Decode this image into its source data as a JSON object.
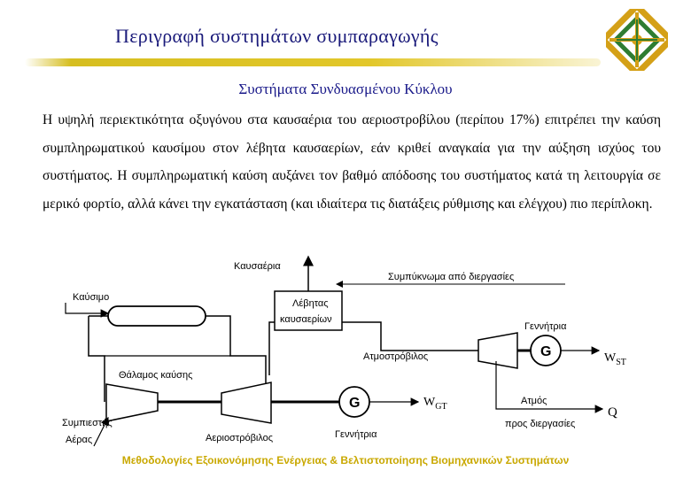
{
  "header": {
    "title": "Περιγραφή συστημάτων συμπαραγωγής",
    "subtitle": "Συστήματα Συνδυασμένου Κύκλου"
  },
  "body": {
    "paragraph": "Η υψηλή περιεκτικότητα οξυγόνου στα καυσαέρια του αεριοστροβίλου (περίπου 17%) επιτρέπει την καύση συμπληρωματικού καυσίμου στον λέβητα καυσαερίων, εάν κριθεί αναγκαία για την αύξηση ισχύος του συστήματος. Η συμπληρωματική καύση αυξάνει τον βαθμό απόδοσης του συστήματος κατά τη λειτουργία σε μερικό φορτίο, αλλά κάνει την εγκατάσταση (και ιδιαίτερα τις διατάξεις ρύθμισης και ελέγχου) πιο περίπλοκη."
  },
  "diagram": {
    "labels": {
      "exhaust": "Καυσαέρια",
      "condensate": "Συμπύκνωμα από διεργασίες",
      "fuel": "Καύσιμο",
      "boiler_line1": "Λέβητας",
      "boiler_line2": "καυσαερίων",
      "generator_top": "Γεννήτρια",
      "steam_turbine": "Ατμοστρόβιλος",
      "combustion_chamber": "Θάλαμος καύσης",
      "generator_bottom": "Γεννήτρια",
      "compressor": "Συμπιεστής",
      "air": "Αέρας",
      "gas_turbine": "Αεριοστρόβιλος",
      "steam_line1": "Ατμός",
      "steam_line2": "προς διεργασίες",
      "g_symbol": "G",
      "w_st": "W",
      "w_st_sub": "ST",
      "w_gt": "W",
      "w_gt_sub": "GT",
      "q_symbol": "Q"
    }
  },
  "footer": {
    "text": "Μεθοδολογίες Εξοικονόμησης Ενέργειας & Βελτιστοποίησης Βιομηχανικών Συστημάτων"
  },
  "colors": {
    "title": "#1a1a7a",
    "title_bar": "#d6be20",
    "footer": "#c9a800",
    "logo_gold": "#d4a017",
    "logo_green": "#2e7d32"
  }
}
